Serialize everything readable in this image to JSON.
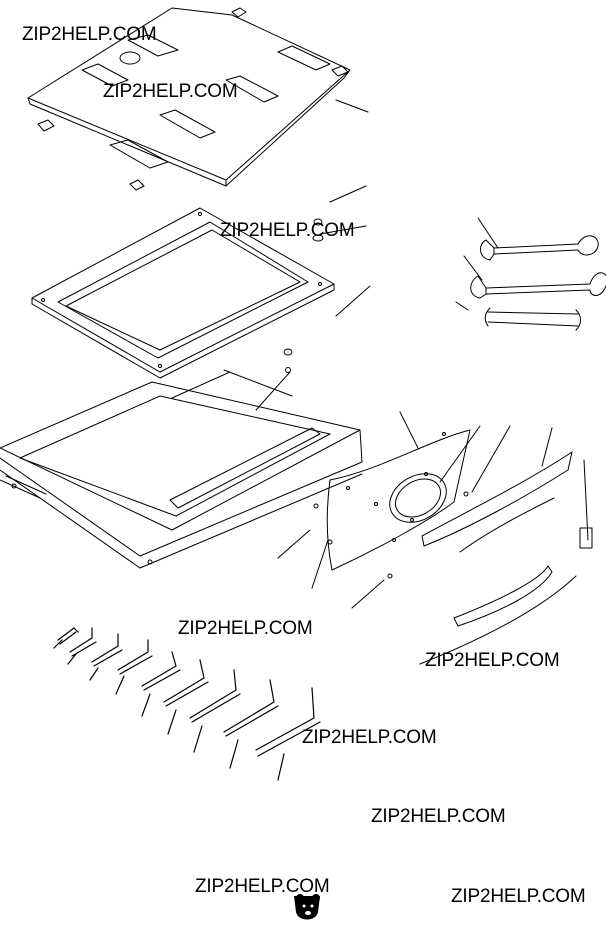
{
  "watermarks": [
    "ZIP2HELP.COM",
    "ZIP2HELP.COM",
    "ZIP2HELP.COM",
    "ZIP2HELP.COM",
    "ZIP2HELP.COM",
    "ZIP2HELP.COM",
    "ZIP2HELP.COM",
    "ZIP2HELP.COM",
    "ZIP2HELP.COM"
  ],
  "logo": {
    "name": "bear-logo-icon"
  },
  "colors": {
    "ink": "#000000",
    "background": "#ffffff"
  }
}
